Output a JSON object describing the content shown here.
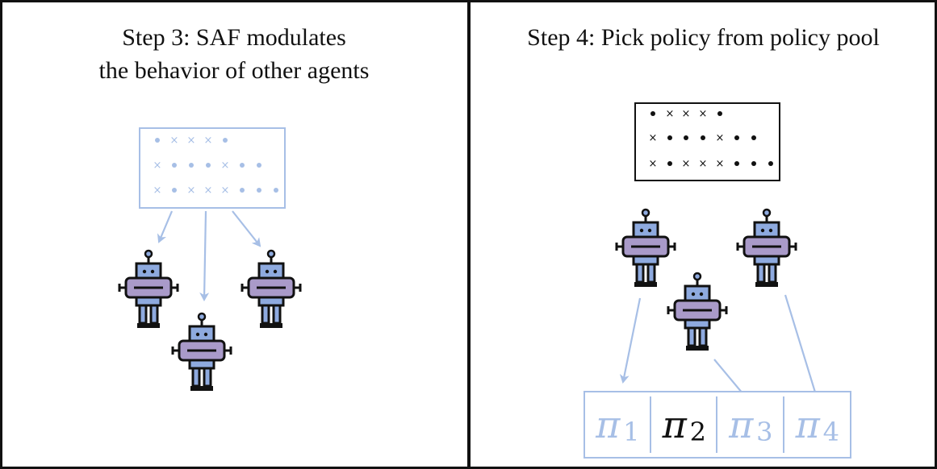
{
  "panels": [
    {
      "title_line1": "Step 3: SAF modulates",
      "title_line2": "the behavior of other agents"
    },
    {
      "title_line1": "Step 4: Pick policy from policy pool"
    }
  ],
  "policy_pool": [
    {
      "symbol": "π",
      "subscript": "1",
      "highlighted": false
    },
    {
      "symbol": "π",
      "subscript": "2",
      "highlighted": true
    },
    {
      "symbol": "π",
      "subscript": "3",
      "highlighted": false
    },
    {
      "symbol": "π",
      "subscript": "4",
      "highlighted": false
    }
  ],
  "colors": {
    "accent_blue": "#a7bfe6",
    "robot_body": "#8eaadf",
    "robot_band": "#a99ac9",
    "outline": "#111111"
  }
}
